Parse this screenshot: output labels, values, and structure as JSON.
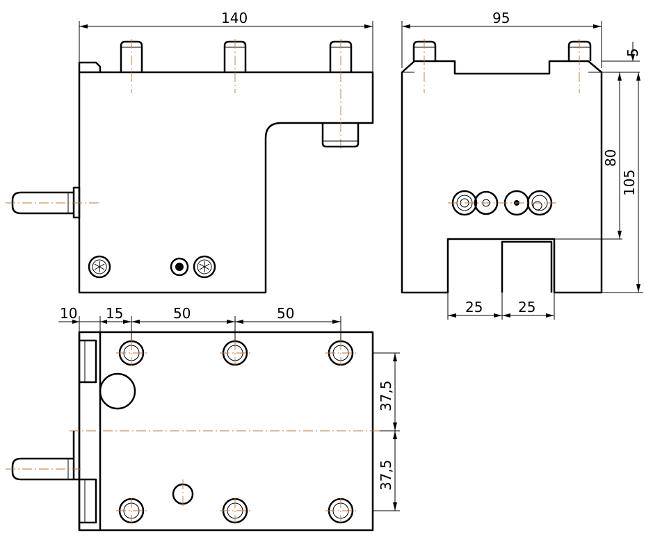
{
  "drawing": {
    "views": [
      "front-view",
      "side-view",
      "top-view"
    ],
    "dimensions": {
      "front_width": "140",
      "side_width": "95",
      "side_top_step": "5",
      "side_height_80": "80",
      "side_height_105": "105",
      "slot_width_a": "25",
      "slot_width_b": "25",
      "top_offset_10": "10",
      "top_offset_15": "15",
      "pitch_a": "50",
      "pitch_b": "50",
      "half_height_a": "37,5",
      "half_height_b": "37,5"
    },
    "colors": {
      "outline": "#000000",
      "centerline": "#c0763a",
      "background": "#ffffff"
    }
  }
}
